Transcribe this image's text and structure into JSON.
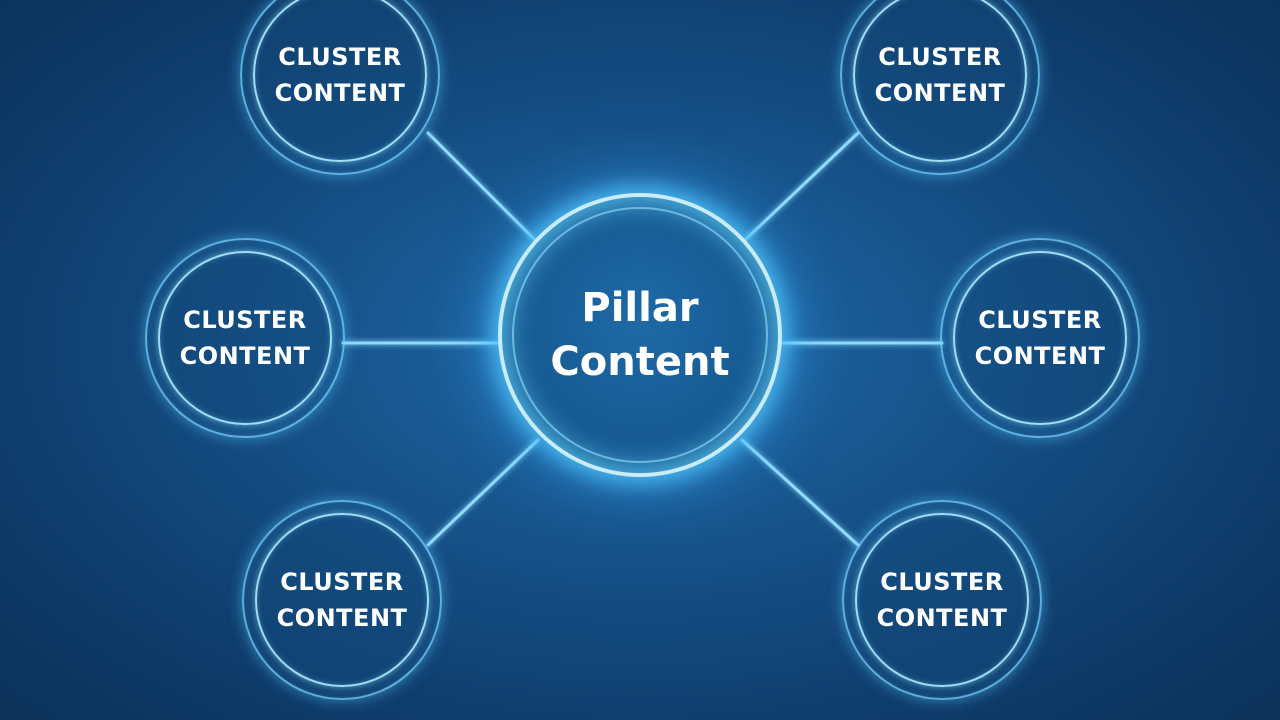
{
  "pillar": {
    "label": "Pillar\nContent"
  },
  "clusters": [
    {
      "label": "CLUSTER\nCONTENT"
    },
    {
      "label": "CLUSTER\nCONTENT"
    },
    {
      "label": "CLUSTER\nCONTENT"
    },
    {
      "label": "CLUSTER\nCONTENT"
    },
    {
      "label": "CLUSTER\nCONTENT"
    },
    {
      "label": "CLUSTER\nCONTENT"
    }
  ],
  "colors": {
    "background": "#17548c",
    "glow": "#5ac8ff",
    "text": "#ffffff"
  }
}
